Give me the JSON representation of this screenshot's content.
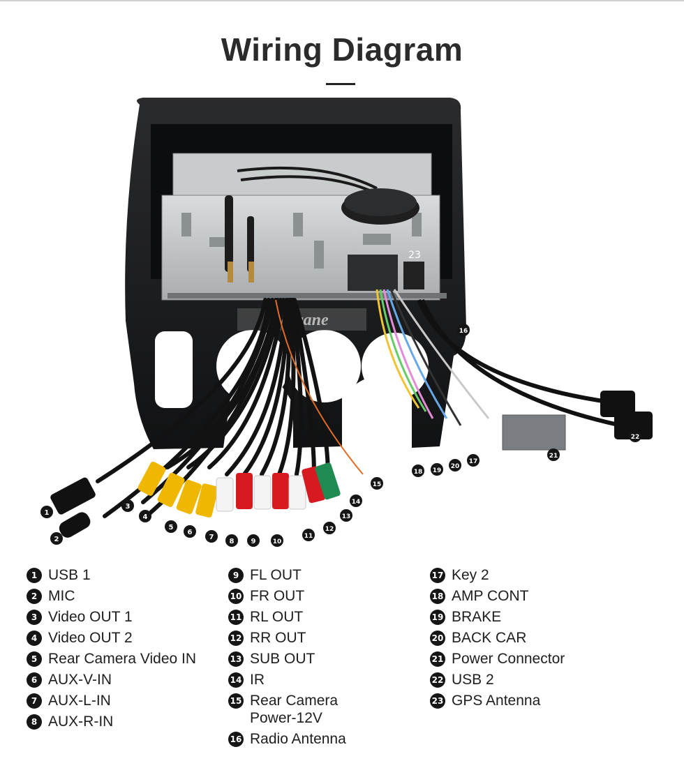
{
  "title": "Wiring Diagram",
  "watermark": "Seicane",
  "diagram_callouts": [
    "1",
    "2",
    "3",
    "4",
    "5",
    "6",
    "7",
    "8",
    "9",
    "10",
    "11",
    "12",
    "13",
    "14",
    "15",
    "16",
    "17",
    "18",
    "19",
    "20",
    "21",
    "22",
    "23"
  ],
  "legend": {
    "col1": [
      {
        "num": "1",
        "label": "USB 1"
      },
      {
        "num": "2",
        "label": "MIC"
      },
      {
        "num": "3",
        "label": "Video OUT 1"
      },
      {
        "num": "4",
        "label": "Video OUT 2"
      },
      {
        "num": "5",
        "label": "Rear Camera Video IN"
      },
      {
        "num": "6",
        "label": "AUX-V-IN"
      },
      {
        "num": "7",
        "label": "AUX-L-IN"
      },
      {
        "num": "8",
        "label": "AUX-R-IN"
      }
    ],
    "col2": [
      {
        "num": "9",
        "label": "FL OUT"
      },
      {
        "num": "10",
        "label": "FR OUT"
      },
      {
        "num": "11",
        "label": "RL OUT"
      },
      {
        "num": "12",
        "label": "RR OUT"
      },
      {
        "num": "13",
        "label": "SUB OUT"
      },
      {
        "num": "14",
        "label": "IR"
      },
      {
        "num": "15",
        "label": "Rear Camera\nPower-12V"
      },
      {
        "num": "16",
        "label": "Radio Antenna"
      }
    ],
    "col3": [
      {
        "num": "17",
        "label": "Key 2"
      },
      {
        "num": "18",
        "label": "AMP CONT"
      },
      {
        "num": "19",
        "label": "BRAKE"
      },
      {
        "num": "20",
        "label": "BACK CAR"
      },
      {
        "num": "21",
        "label": "Power Connector"
      },
      {
        "num": "22",
        "label": "USB 2"
      },
      {
        "num": "23",
        "label": "GPS Antenna"
      }
    ]
  }
}
